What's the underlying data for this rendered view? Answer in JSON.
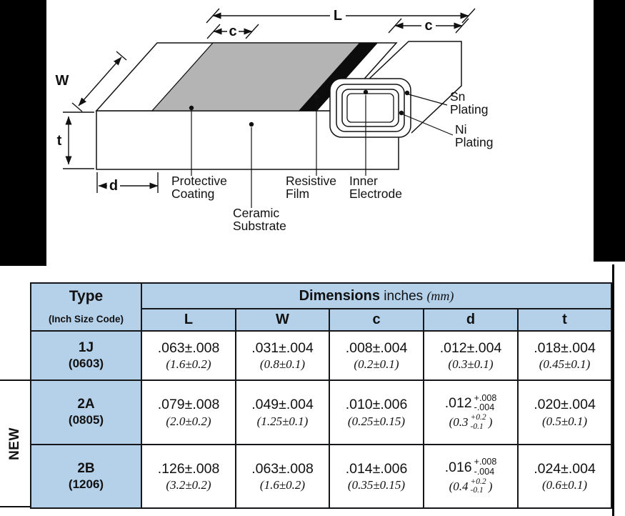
{
  "page": {
    "new_badge": "NEW"
  },
  "colors": {
    "table_header_blue": "#b5d1ea",
    "coating_gray": "#b4b4b4",
    "line_black": "#111111"
  },
  "diagram": {
    "dims": {
      "L": "L",
      "c_left": "c",
      "c_right": "c",
      "W": "W",
      "t": "t",
      "d": "d"
    },
    "labels": {
      "protective_line1": "Protective",
      "protective_line2": "Coating",
      "ceramic_line1": "Ceramic",
      "ceramic_line2": "Substrate",
      "resistive_line1": "Resistive",
      "resistive_line2": "Film",
      "inner_line1": "Inner",
      "inner_line2": "Electrode",
      "sn_line1": "Sn",
      "sn_line2": "Plating",
      "ni_line1": "Ni",
      "ni_line2": "Plating"
    }
  },
  "table": {
    "type_header": "Type",
    "type_subheader": "(Inch Size Code)",
    "dims_title": "Dimensions",
    "dims_units": "inches",
    "dims_mm": "(mm)",
    "columns": [
      "L",
      "W",
      "c",
      "d",
      "t"
    ],
    "rows": [
      {
        "type": "1J",
        "code": "(0603)",
        "cells": [
          {
            "inch": ".063±.008",
            "mm": "(1.6±0.2)"
          },
          {
            "inch": ".031±.004",
            "mm": "(0.8±0.1)"
          },
          {
            "inch": ".008±.004",
            "mm": "(0.2±0.1)"
          },
          {
            "inch": ".012±.004",
            "mm": "(0.3±0.1)"
          },
          {
            "inch": ".018±.004",
            "mm": "(0.45±0.1)"
          }
        ]
      },
      {
        "type": "2A",
        "code": "(0805)",
        "cells": [
          {
            "inch": ".079±.008",
            "mm": "(2.0±0.2)"
          },
          {
            "inch": ".049±.004",
            "mm": "(1.25±0.1)"
          },
          {
            "inch": ".010±.006",
            "mm": "(0.25±0.15)"
          },
          {
            "inch": ".012",
            "inch_plus": "+.008",
            "inch_minus": "-.004",
            "mm_open": "(0.3",
            "mm_plus": "+0.2",
            "mm_minus": "-0.1",
            "mm_close": ")"
          },
          {
            "inch": ".020±.004",
            "mm": "(0.5±0.1)"
          }
        ]
      },
      {
        "type": "2B",
        "code": "(1206)",
        "cells": [
          {
            "inch": ".126±.008",
            "mm": "(3.2±0.2)"
          },
          {
            "inch": ".063±.008",
            "mm": "(1.6±0.2)"
          },
          {
            "inch": ".014±.006",
            "mm": "(0.35±0.15)"
          },
          {
            "inch": ".016",
            "inch_plus": "+.008",
            "inch_minus": "-.004",
            "mm_open": "(0.4",
            "mm_plus": "+0.2",
            "mm_minus": "-0.1",
            "mm_close": ")"
          },
          {
            "inch": ".024±.004",
            "mm": "(0.6±0.1)"
          }
        ]
      }
    ]
  }
}
